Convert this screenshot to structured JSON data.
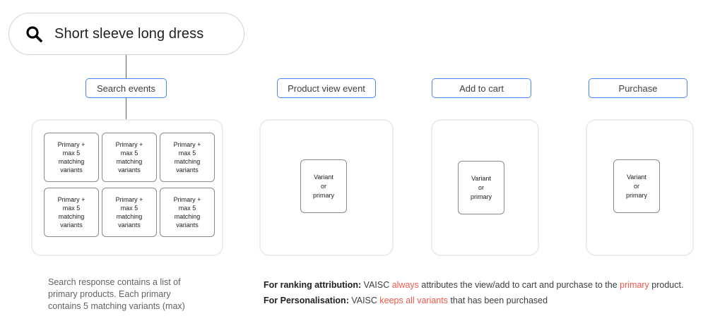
{
  "search": {
    "icon": "search-icon",
    "query": "Short sleeve long dress"
  },
  "stages": [
    {
      "id": "search-events",
      "label": "Search events"
    },
    {
      "id": "product-view-event",
      "label": "Product view event"
    },
    {
      "id": "add-to-cart",
      "label": "Add to cart"
    },
    {
      "id": "purchase",
      "label": "Purchase"
    }
  ],
  "primary_card_label": "Primary +\nmax 5\nmatching\nvariants",
  "primary_cards": [
    "Primary +\nmax 5\nmatching\nvariants",
    "Primary +\nmax 5\nmatching\nvariants",
    "Primary +\nmax 5\nmatching\nvariants",
    "Primary +\nmax 5\nmatching\nvariants",
    "Primary +\nmax 5\nmatching\nvariants",
    "Primary +\nmax 5\nmatching\nvariants"
  ],
  "variant_card_label": "Variant\nor\nprimary",
  "captions": {
    "left": "Search response contains a list of\nprimary products. Each primary\ncontains 5 matching variants (max)"
  },
  "notes": {
    "ranking": {
      "label": "For ranking attribution:",
      "text_1": " VAISC ",
      "highlight_1": "always",
      "text_2": " attributes the view/add to cart and purchase to the ",
      "highlight_2": "primary",
      "text_3": " product."
    },
    "personalisation": {
      "label": "For Personalisation:",
      "text_1": " VAISC ",
      "highlight_1": "keeps all variants",
      "text_2": " that has been purchased"
    }
  },
  "colors": {
    "accent_blue": "#4285f4",
    "highlight_red": "#f2584b",
    "container_border": "#eceded",
    "card_border": "#868b93",
    "text": "#3c4043",
    "muted_text": "#5f6368"
  }
}
